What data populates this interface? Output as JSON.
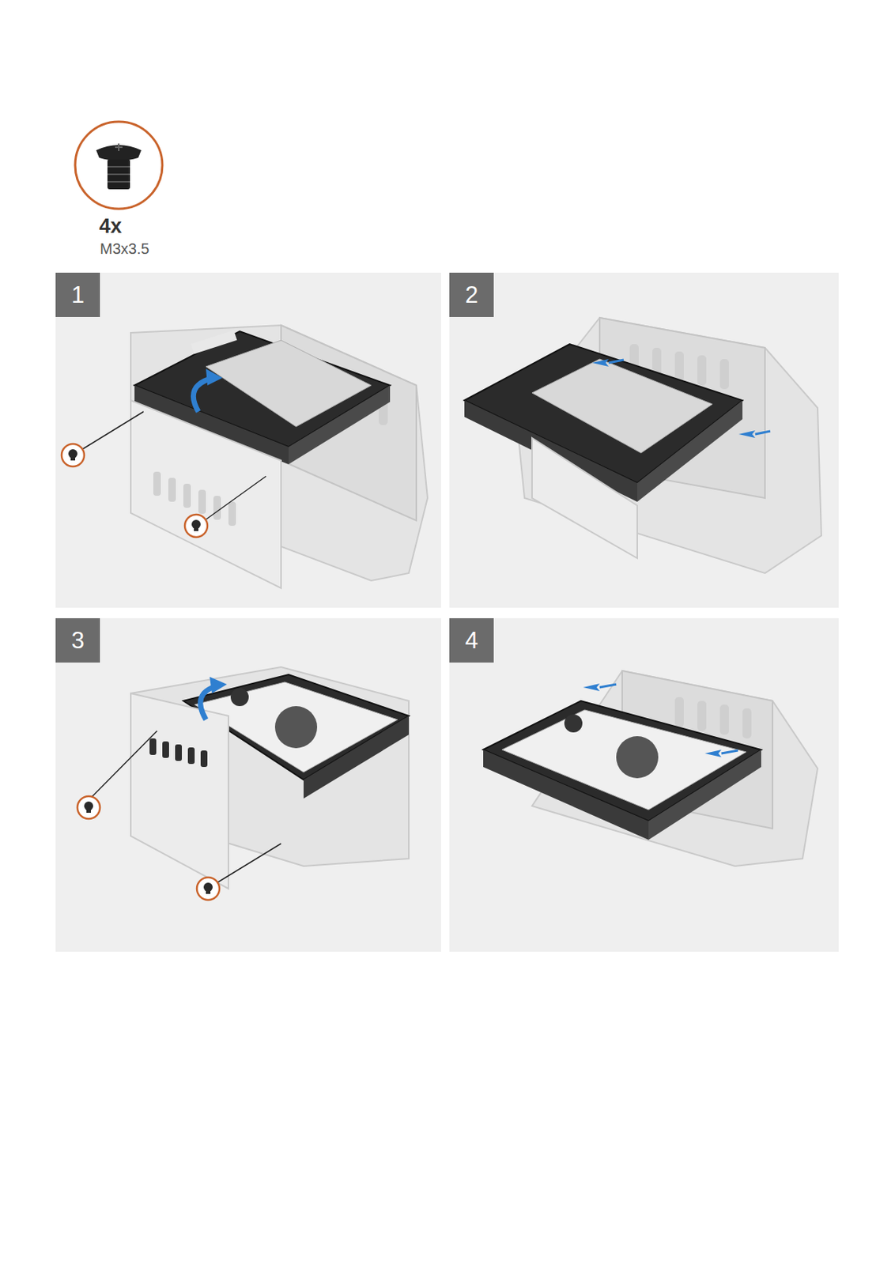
{
  "diagram": {
    "labels": [
      "4x",
      "M3x3.5",
      "1",
      "2",
      "3",
      "4"
    ]
  }
}
